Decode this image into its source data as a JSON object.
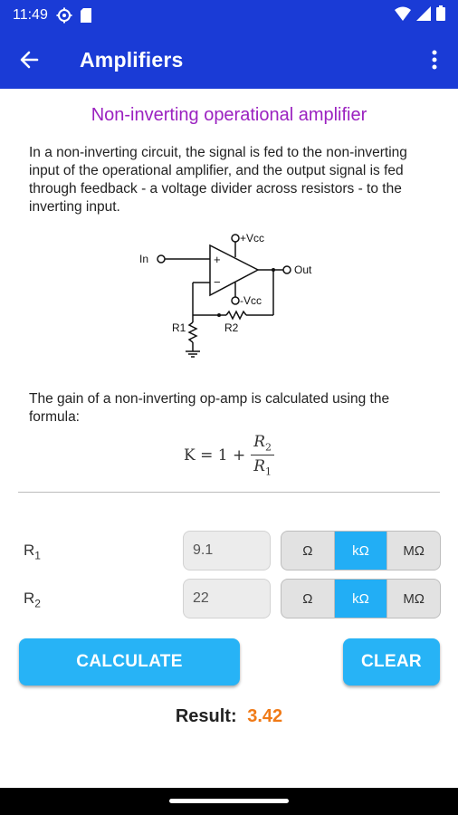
{
  "status_bar": {
    "time": "11:49",
    "icons_left": [
      "settings-icon",
      "sd-card-icon"
    ],
    "icons_right": [
      "wifi-icon",
      "signal-icon",
      "battery-icon"
    ]
  },
  "app_bar": {
    "title": "Amplifiers",
    "color": "#1a3bd6"
  },
  "page": {
    "heading": "Non-inverting operational amplifier",
    "description": "In a non-inverting circuit, the signal is fed to the non-inverting input of the operational amplifier, and the output signal is fed through feedback - a voltage divider across resistors - to the inverting input.",
    "diagram_labels": {
      "in": "In",
      "out": "Out",
      "vcc_pos": "+Vcc",
      "vcc_neg": "-Vcc",
      "r1": "R1",
      "r2": "R2",
      "plus": "+",
      "minus": "−"
    },
    "gain_text": "The gain of a non-inverting op-amp is calculated using the formula:",
    "formula": {
      "lhs": "K = 1 +",
      "num": "R",
      "num_sub": "2",
      "den": "R",
      "den_sub": "1"
    }
  },
  "inputs": [
    {
      "label": "R",
      "label_sub": "1",
      "value": "9.1",
      "units": [
        "Ω",
        "kΩ",
        "MΩ"
      ],
      "selected_unit": "kΩ"
    },
    {
      "label": "R",
      "label_sub": "2",
      "value": "22",
      "units": [
        "Ω",
        "kΩ",
        "MΩ"
      ],
      "selected_unit": "kΩ"
    }
  ],
  "buttons": {
    "calculate": "CALCULATE",
    "clear": "CLEAR",
    "color": "#27b3f6"
  },
  "result": {
    "label": "Result:",
    "value": "3.42",
    "value_color": "#f07a17"
  }
}
